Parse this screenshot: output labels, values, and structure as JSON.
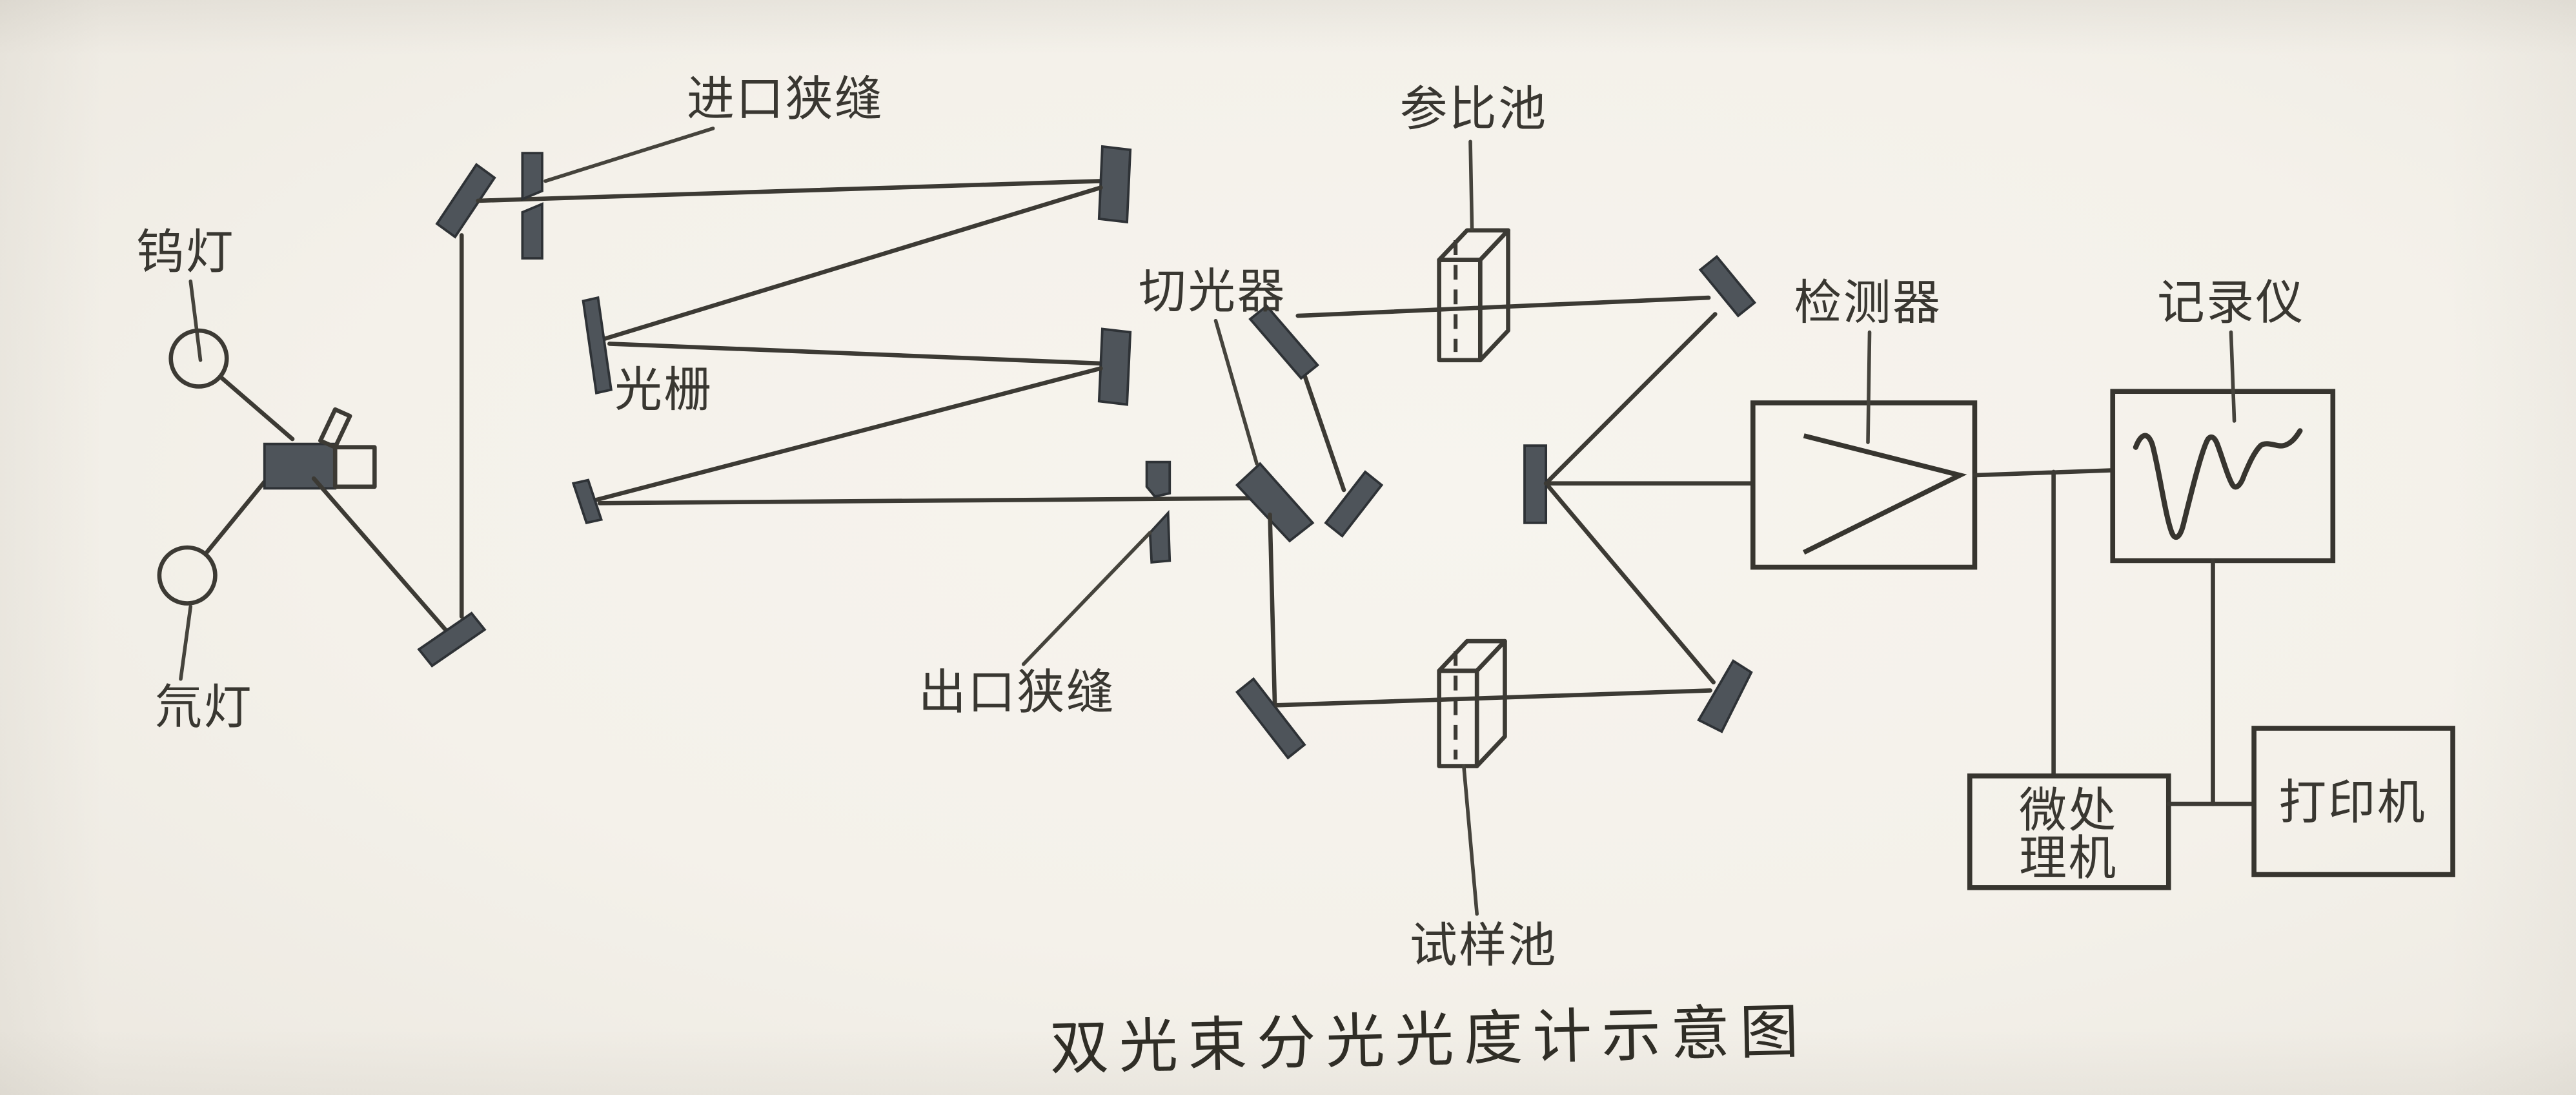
{
  "title": "双光束分光光度计示意图",
  "labels": {
    "tungsten_lamp": "钨灯",
    "deuterium_lamp": "氘灯",
    "entrance_slit": "进口狭缝",
    "grating": "光栅",
    "chopper": "切光器",
    "exit_slit": "出口狭缝",
    "reference_cell": "参比池",
    "sample_cell": "试样池",
    "detector": "检测器",
    "recorder": "记录仪",
    "microprocessor_line1": "微处",
    "microprocessor_line2": "理机",
    "printer": "打印机"
  },
  "colors": {
    "paper": "#f4f1ea",
    "ink": "#3c3a34",
    "mirror_fill": "#4e545a"
  }
}
